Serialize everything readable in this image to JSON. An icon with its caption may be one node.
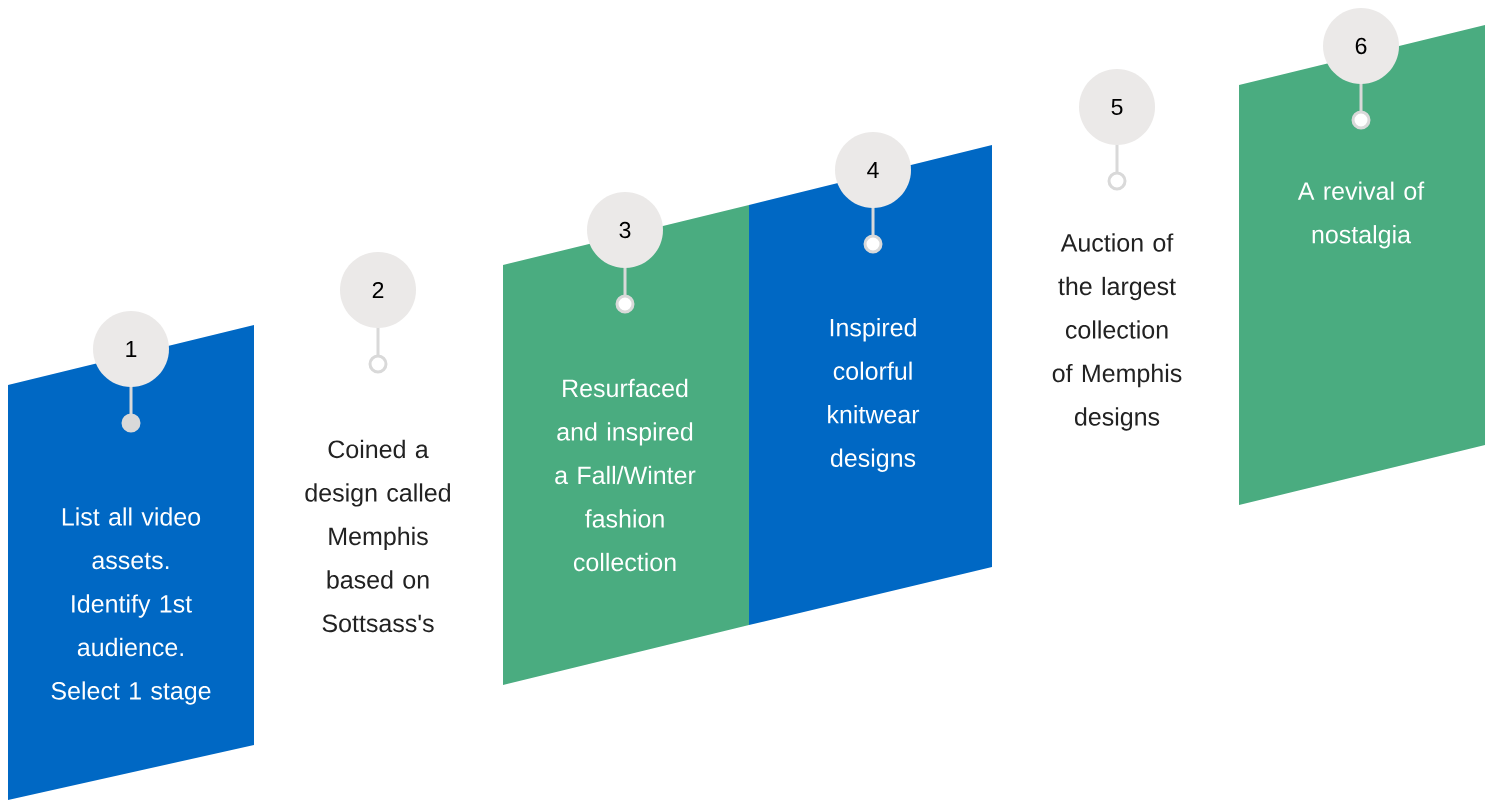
{
  "diagram": {
    "nodes": [
      {
        "text": [
          "1",
          "List all video assets. Identify 1st audience. Select 1 stage"
        ]
      },
      {
        "text": [
          "2",
          "Coined a design called Memphis based on Sottsass's"
        ]
      },
      {
        "text": [
          "3",
          "Resurfaced and inspired a Fall/Winter fashion collection"
        ]
      },
      {
        "text": [
          "4",
          "Inspired colorful knitwear designs"
        ]
      },
      {
        "text": [
          "5",
          "Auction of the largest collection of Memphis designs"
        ]
      },
      {
        "text": [
          "6",
          "A revival of nostalgia"
        ]
      }
    ]
  }
}
